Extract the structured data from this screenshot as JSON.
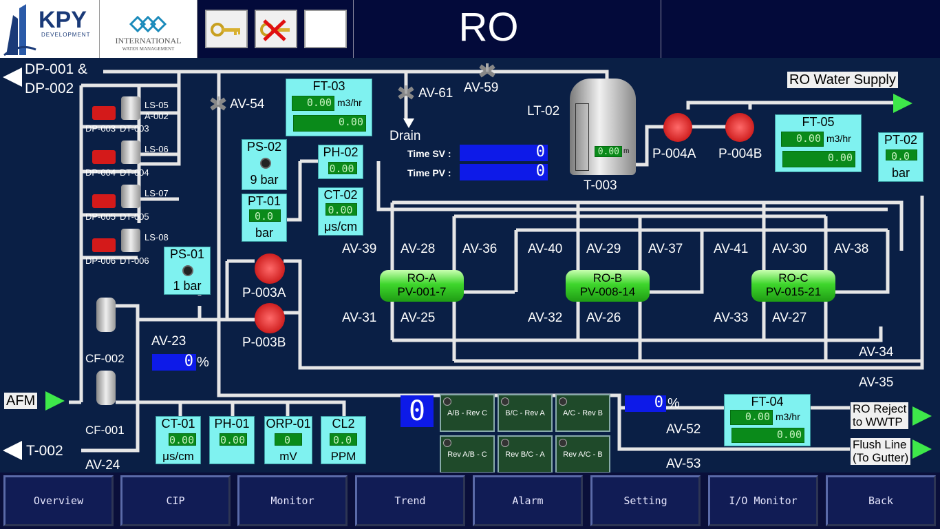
{
  "header": {
    "logo_kpy": "KPY",
    "logo_kpy_sub": "DEVELOPMENT",
    "logo_iwm": "INTERNATIONAL",
    "logo_iwm_sub": "WATER MANAGEMENT",
    "title": "RO"
  },
  "lines": {
    "dp": "DP-001 &",
    "dp2": "DP-002",
    "ro_supply": "RO Water Supply",
    "drain": "Drain",
    "afm": "AFM",
    "t002": "T-002",
    "ro_reject1": "RO Reject",
    "ro_reject2": "to WWTP",
    "flush1": "Flush Line",
    "flush2": "(To Gutter)"
  },
  "dosing": [
    {
      "pump": "DP-003",
      "tank": "DT-003",
      "ls": "LS-05",
      "extra": "A-002"
    },
    {
      "pump": "DP-004",
      "tank": "DT-004",
      "ls": "LS-06"
    },
    {
      "pump": "DP-005",
      "tank": "DT-005",
      "ls": "LS-07"
    },
    {
      "pump": "DP-006",
      "tank": "DT-006",
      "ls": "LS-08"
    }
  ],
  "valves": {
    "av54": "AV-54",
    "av61": "AV-61",
    "av59": "AV-59",
    "av23": "AV-23",
    "av24": "AV-24",
    "av39": "AV-39",
    "av28": "AV-28",
    "av36": "AV-36",
    "av40": "AV-40",
    "av29": "AV-29",
    "av37": "AV-37",
    "av41": "AV-41",
    "av30": "AV-30",
    "av38": "AV-38",
    "av31": "AV-31",
    "av25": "AV-25",
    "av32": "AV-32",
    "av26": "AV-26",
    "av33": "AV-33",
    "av27": "AV-27",
    "av34": "AV-34",
    "av35": "AV-35",
    "av52": "AV-52",
    "av53": "AV-53"
  },
  "instruments": {
    "ft03": {
      "tag": "FT-03",
      "rate": "0.00",
      "unit": "m3/hr",
      "total": "0.00"
    },
    "ft05": {
      "tag": "FT-05",
      "rate": "0.00",
      "unit": "m3/hr",
      "total": "0.00"
    },
    "ft04": {
      "tag": "FT-04",
      "rate": "0.00",
      "unit": "m3/hr",
      "total": "0.00"
    },
    "ps02": {
      "tag": "PS-02",
      "value": "9 bar"
    },
    "ps01": {
      "tag": "PS-01",
      "value": "1 bar"
    },
    "pt01": {
      "tag": "PT-01",
      "value": "0.0",
      "unit": "bar"
    },
    "pt02": {
      "tag": "PT-02",
      "value": "0.0",
      "unit": "bar"
    },
    "ph02": {
      "tag": "PH-02",
      "value": "0.00"
    },
    "ct02": {
      "tag": "CT-02",
      "value": "0.00",
      "unit": "μs/cm"
    },
    "ct01": {
      "tag": "CT-01",
      "value": "0.00",
      "unit": "μs/cm"
    },
    "ph01": {
      "tag": "PH-01",
      "value": "0.00"
    },
    "orp01": {
      "tag": "ORP-01",
      "value": "0",
      "unit": "mV"
    },
    "cl2": {
      "tag": "CL2",
      "value": "0.0",
      "unit": "PPM"
    },
    "lt02": {
      "tag": "LT-02",
      "value": "0.00",
      "unit": "m"
    }
  },
  "timers": {
    "sv_label": "Time SV :",
    "sv": "0",
    "pv_label": "Time PV :",
    "pv": "0"
  },
  "tank": {
    "name": "T-003"
  },
  "filters": {
    "cf002": "CF-002",
    "cf001": "CF-001"
  },
  "pumps": {
    "p003a": "P-003A",
    "p003b": "P-003B",
    "p004a": "P-004A",
    "p004b": "P-004B"
  },
  "ro_units": [
    {
      "name": "RO-A",
      "pv": "PV-001-7"
    },
    {
      "name": "RO-B",
      "pv": "PV-008-14"
    },
    {
      "name": "RO-C",
      "pv": "PV-015-21"
    }
  ],
  "percents": {
    "av23": "0",
    "av52": "0",
    "unit": "%"
  },
  "step_counter": "0",
  "modes": [
    "A/B - Rev C",
    "B/C - Rev A",
    "A/C - Rev B",
    "Rev A/B - C",
    "Rev B/C - A",
    "Rev A/C - B"
  ],
  "nav": [
    "Overview",
    "CIP",
    "Monitor",
    "Trend",
    "Alarm",
    "Setting",
    "I/O Monitor",
    "Back"
  ],
  "colors": {
    "background": "#0a1f45",
    "pipe": "#e6e6e6",
    "instrument_box": "#7ff2f0",
    "lcd": "#0a8a1a",
    "ro_vessel": "#3ed62c",
    "pump": "#d41a1a"
  }
}
